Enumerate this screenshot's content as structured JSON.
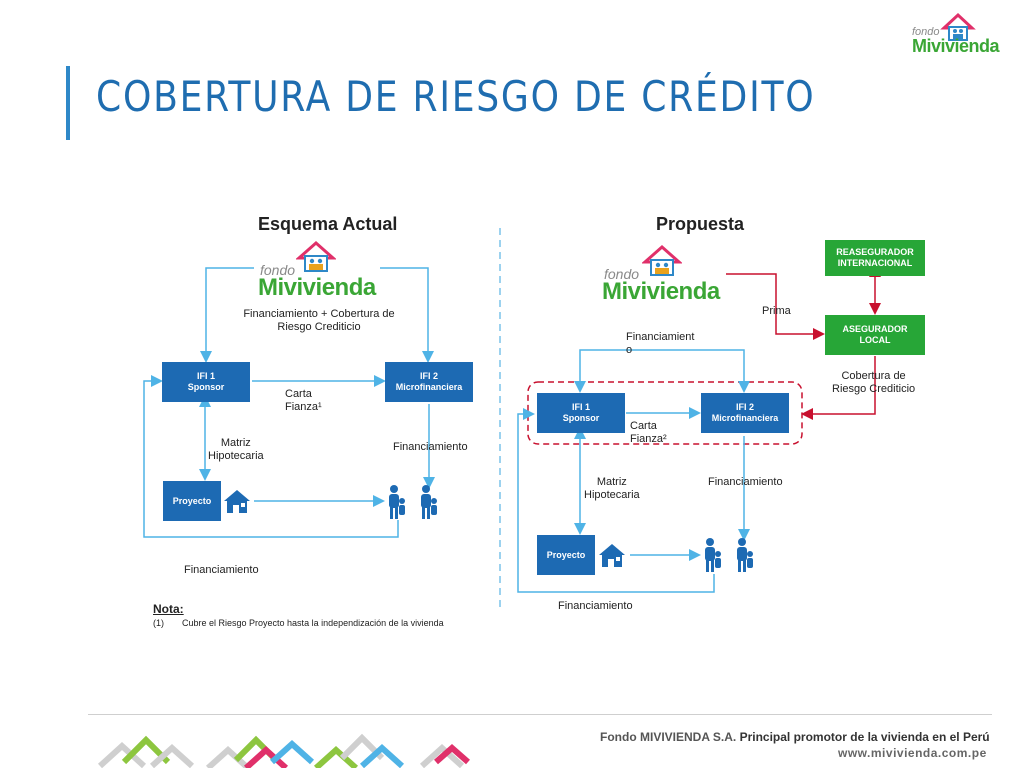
{
  "header": {
    "title": "COBERTURA DE RIESGO DE CRÉDITO",
    "logo_fondo": "fondo",
    "logo_main": "Mivivienda"
  },
  "left": {
    "heading": "Esquema Actual",
    "logo_fondo": "fondo",
    "logo_main": "Mivivienda",
    "label_top": "Financiamiento + Cobertura de\nRiesgo Crediticio",
    "ifi1": "IFI 1\nSponsor",
    "ifi2": "IFI 2\nMicrofinanciera",
    "carta": "Carta\nFianza¹",
    "matriz": "Matriz\nHipotecaria",
    "financiamiento_right": "Financiamiento",
    "proyecto": "Proyecto",
    "financiamiento_bottom": "Financiamiento"
  },
  "right": {
    "heading": "Propuesta",
    "logo_fondo": "fondo",
    "logo_main": "Mivivienda",
    "reasegurador": "REASEGURADOR\nINTERNACIONAL",
    "asegurador": "ASEGURADOR\nLOCAL",
    "prima": "Prima",
    "cobertura": "Cobertura de\nRiesgo Crediticio",
    "financiamiento_top": "Financiamient\no",
    "ifi1": "IFI 1\nSponsor",
    "ifi2": "IFI 2\nMicrofinanciera",
    "carta": "Carta\nFianza²",
    "matriz": "Matriz\nHipotecaria",
    "financiamiento_right": "Financiamiento",
    "proyecto": "Proyecto",
    "financiamiento_bottom": "Financiamiento"
  },
  "nota": {
    "heading": "Nota:",
    "num": "(1)",
    "text": "Cubre el Riesgo Proyecto hasta la independización de la vivienda"
  },
  "footer": {
    "company": "Fondo MIVIVIENDA S.A.",
    "tagline": "Principal promotor de la vivienda en el Perú",
    "url": "www.mivivienda.com.pe"
  },
  "colors": {
    "blue_box": "#1d6ab3",
    "green_box": "#27a637",
    "arrow_blue": "#4fb3e6",
    "arrow_red": "#c8102e",
    "title_blue": "#1f6db0"
  }
}
